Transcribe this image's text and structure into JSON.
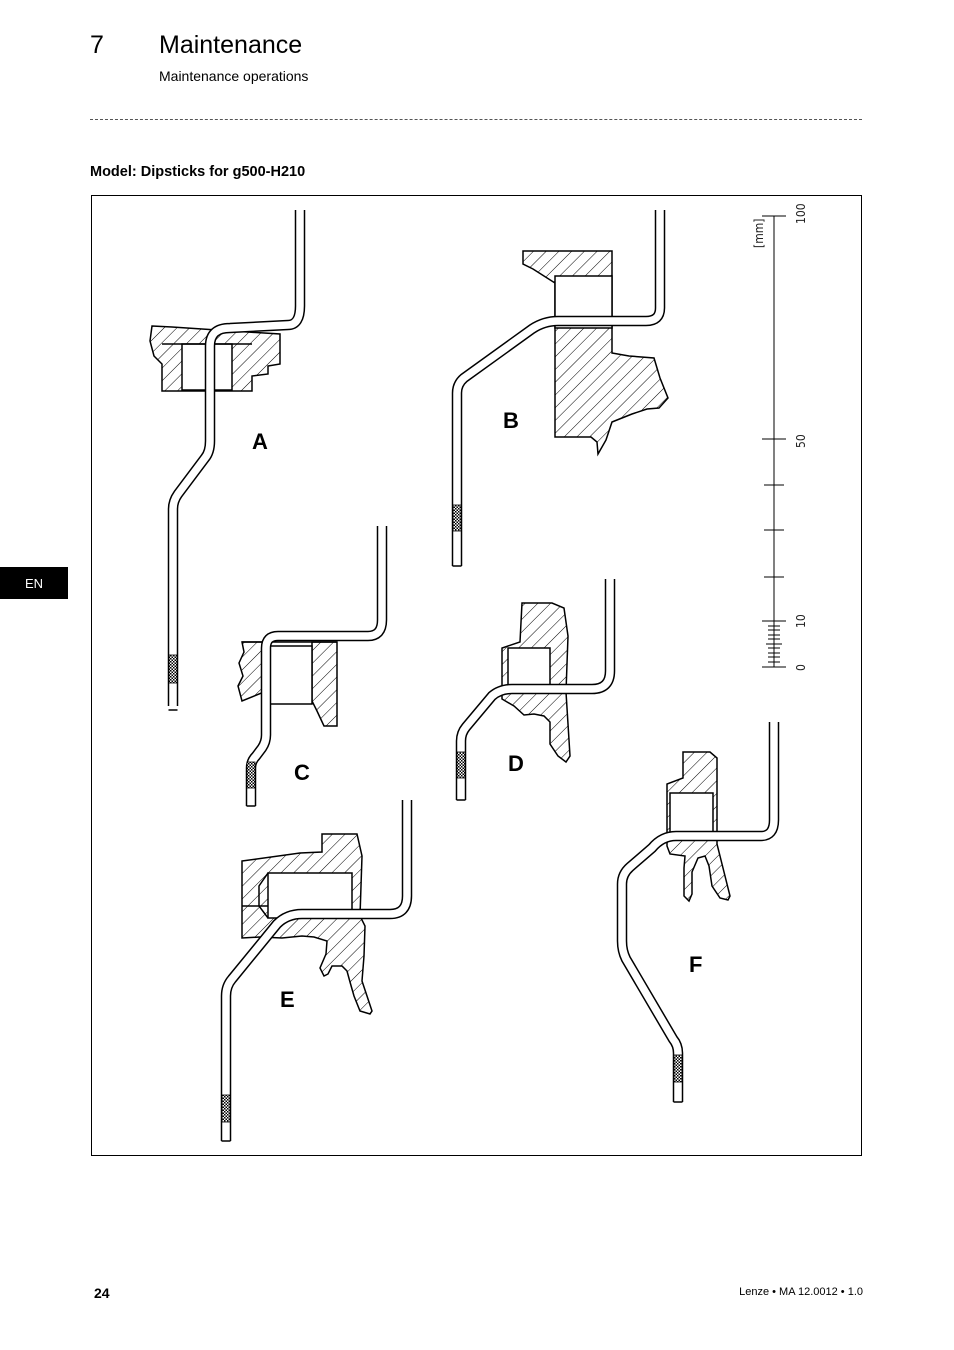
{
  "header": {
    "chapter_number": "7",
    "chapter_title": "Maintenance",
    "subtitle": "Maintenance operations"
  },
  "section": {
    "heading": "Model: Dipsticks for g500-H210"
  },
  "figure": {
    "labels": {
      "a": "A",
      "b": "B",
      "c": "C",
      "d": "D",
      "e": "E",
      "f": "F"
    },
    "scale": {
      "unit": "[mm]",
      "tick_100": "100",
      "tick_50": "50",
      "tick_10": "10",
      "tick_0": "0"
    }
  },
  "side_tab": {
    "language": "EN"
  },
  "footer": {
    "page_number": "24",
    "document_ref": "Lenze • MA 12.0012 • 1.0"
  }
}
